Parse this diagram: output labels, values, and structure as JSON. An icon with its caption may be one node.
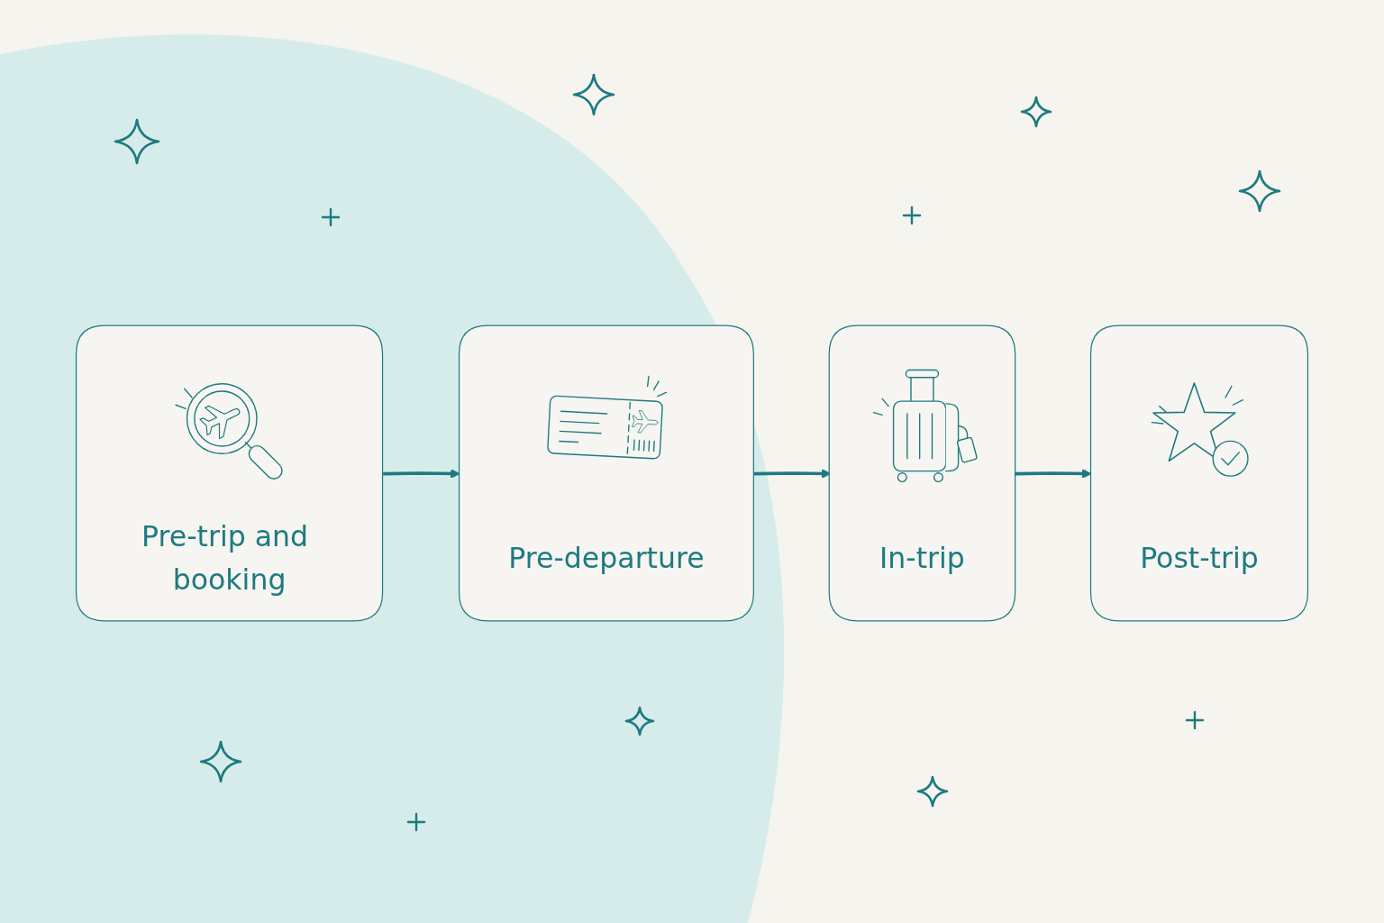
{
  "diagram": {
    "nodes": [
      {
        "text": [
          "Pre-trip and booking"
        ]
      },
      {
        "text": [
          "Pre-departure"
        ]
      },
      {
        "text": [
          "In-trip"
        ]
      },
      {
        "text": [
          "Post-trip"
        ]
      }
    ],
    "edges": [
      {
        "from": 0,
        "to": 1,
        "arrow": "to"
      },
      {
        "from": 1,
        "to": 2,
        "arrow": "to"
      },
      {
        "from": 2,
        "to": 3,
        "arrow": "to"
      }
    ]
  }
}
